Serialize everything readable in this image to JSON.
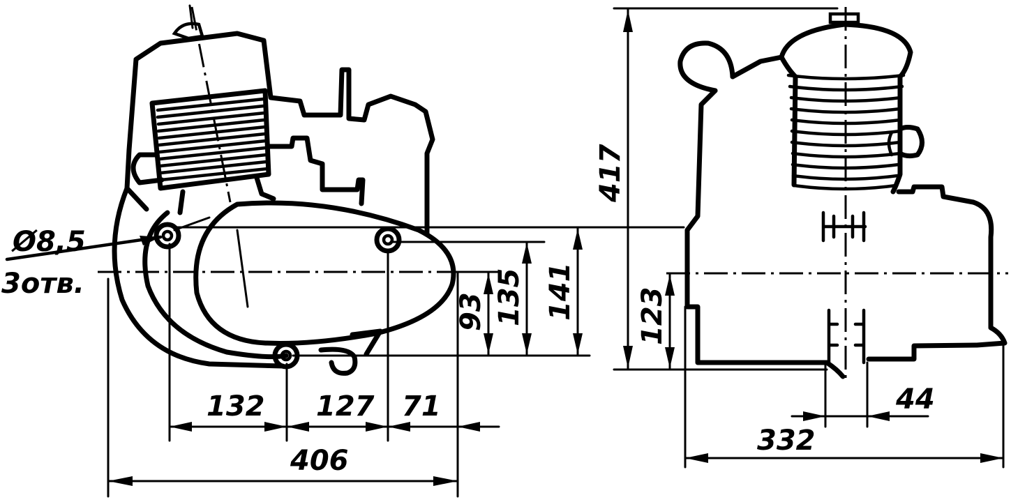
{
  "dimensions": {
    "hole_diameter": "Ø8,5",
    "hole_count": "3отв.",
    "d_132": "132",
    "d_127": "127",
    "d_71": "71",
    "d_406": "406",
    "d_93": "93",
    "d_135": "135",
    "d_141": "141",
    "d_417": "417",
    "d_123": "123",
    "d_44": "44",
    "d_332": "332"
  }
}
